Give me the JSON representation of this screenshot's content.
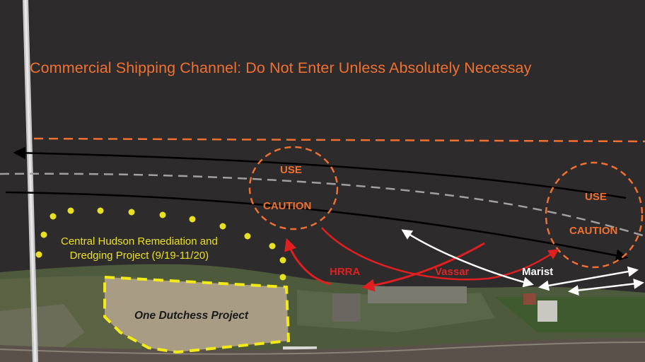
{
  "map": {
    "channel_notice": "Commercial Shipping Channel: Do Not Enter Unless Absolutely Necessay",
    "caution_zones": [
      {
        "line1": "USE",
        "line2": "CAUTION"
      },
      {
        "line1": "USE",
        "line2": "CAUTION"
      }
    ],
    "remediation_project": {
      "line1": "Central Hudson Remediation and",
      "line2": "Dredging Project (9/19-11/20)"
    },
    "development_project": "One Dutchess Project",
    "sites": {
      "hrra": "HRRA",
      "vassar": "Vassar",
      "marist": "Marist"
    },
    "colors": {
      "water": "#2e2b2d",
      "channel": "#f07030",
      "caution": "#f07030",
      "remediation": "#e8e020",
      "hrra_route": "#e02020",
      "marist_route": "#ffffff",
      "vessel_route": "#000000",
      "boundary_line": "#9a9a9a"
    }
  }
}
